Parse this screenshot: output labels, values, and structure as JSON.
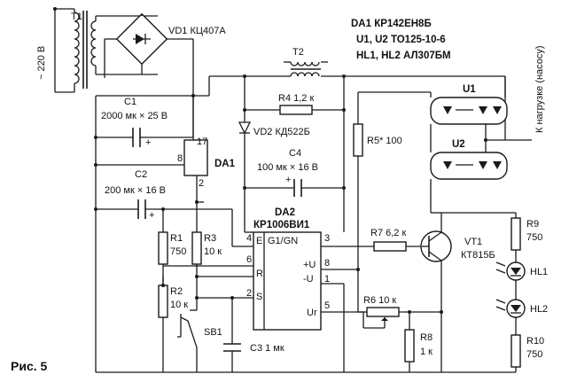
{
  "figure_caption": "Рис. 5",
  "notes": {
    "line1": "DA1 КР142ЕН8Б",
    "line2": "U1, U2 ТО125-10-6",
    "line3": "HL1, HL2 АЛ307БМ"
  },
  "mains": {
    "label": "~ 220 В"
  },
  "load": {
    "label": "К нагрузке (насосу)"
  },
  "components": {
    "T1": "T1",
    "VD1": "VD1 КЦ407А",
    "T2": "T2",
    "R4": "R4 1,2 к",
    "VD2": "VD2 КД522Б",
    "R5": "R5* 100",
    "C1_name": "C1",
    "C1_value": "2000 мк × 25 В",
    "C2_name": "C2",
    "C2_value": "200 мк × 16 В",
    "C4_name": "C4",
    "C4_value": "100 мк × 16 В",
    "DA1": "DA1",
    "DA2_name": "DA2",
    "DA2_type": "КР1006ВИ1",
    "R1_name": "R1",
    "R1_value": "750",
    "R3_name": "R3",
    "R3_value": "10 к",
    "R2_name": "R2",
    "R2_value": "10 к",
    "R7": "R7 6,2 к",
    "VT1_name": "VT1",
    "VT1_type": "КТ815Б",
    "R6": "R6 10 к",
    "R8_name": "R8",
    "R8_value": "1 к",
    "R9_name": "R9",
    "R9_value": "750",
    "R10_name": "R10",
    "R10_value": "750",
    "HL1": "HL1",
    "HL2": "HL2",
    "U1": "U1",
    "U2": "U2",
    "SB1": "SB1",
    "C3": "C3 1 мк"
  },
  "pins": {
    "da1_17": "17",
    "da1_8": "8",
    "da1_2": "2",
    "da2_4": "4",
    "da2_6": "6",
    "da2_2": "2",
    "da2_3": "3",
    "da2_8": "8",
    "da2_1": "1",
    "da2_5": "5",
    "da2_E": "E",
    "da2_R": "R",
    "da2_S": "S",
    "da2_GN": "G1/GN",
    "da2_pU": "+U",
    "da2_mU": "-U",
    "da2_Ur": "Ur",
    "plus_c1": "+",
    "plus_c2": "+",
    "plus_c4": "+"
  }
}
